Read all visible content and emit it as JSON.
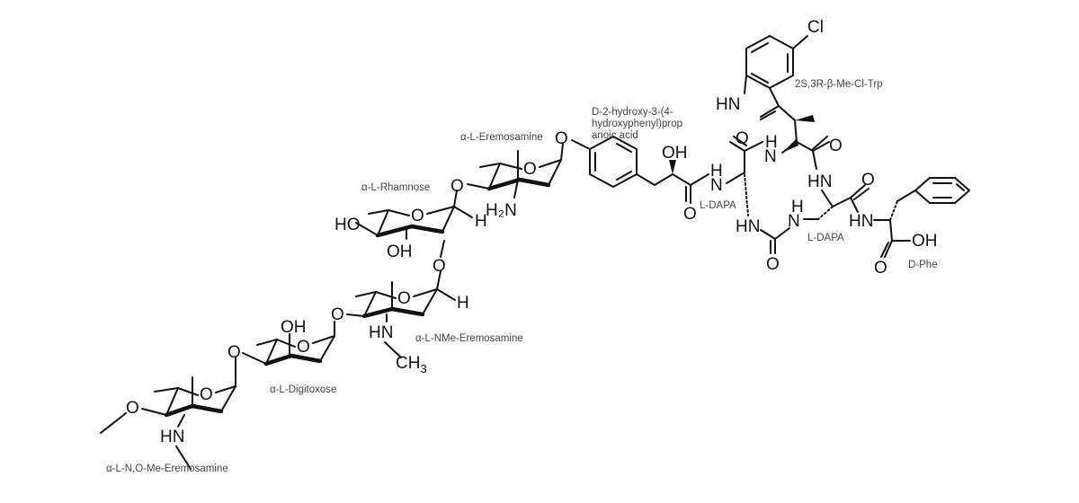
{
  "diagram": {
    "type": "chemical-structure",
    "labels": {
      "n_o_me_eremosamine": "α-L-N,O-Me-Eremosamine",
      "digitoxose": "α-L-Digitoxose",
      "nme_eremosamine": "α-L-NMe-Eremosamine",
      "rhamnose": "α-L-Rhamnose",
      "eremosamine": "α-L-Eremosamine",
      "hpla_line1": "D-2-hydroxy-3-(4-",
      "hpla_line2": "hydroxyphenyl)prop",
      "hpla_line3": "anoic acid",
      "trp": "2S,3R-β-Me-Cl-Trp",
      "dapa_1": "L-DAPA",
      "dapa_2": "L-DAPA",
      "phe": "D-Phe"
    },
    "atoms": {
      "o": "O",
      "oh": "OH",
      "ho": "HO",
      "h": "H",
      "hn": "HN",
      "nh": "NH",
      "n": "N",
      "h2n": "H₂N",
      "cl": "Cl",
      "ch3": "CH",
      "sub3": "3"
    }
  }
}
